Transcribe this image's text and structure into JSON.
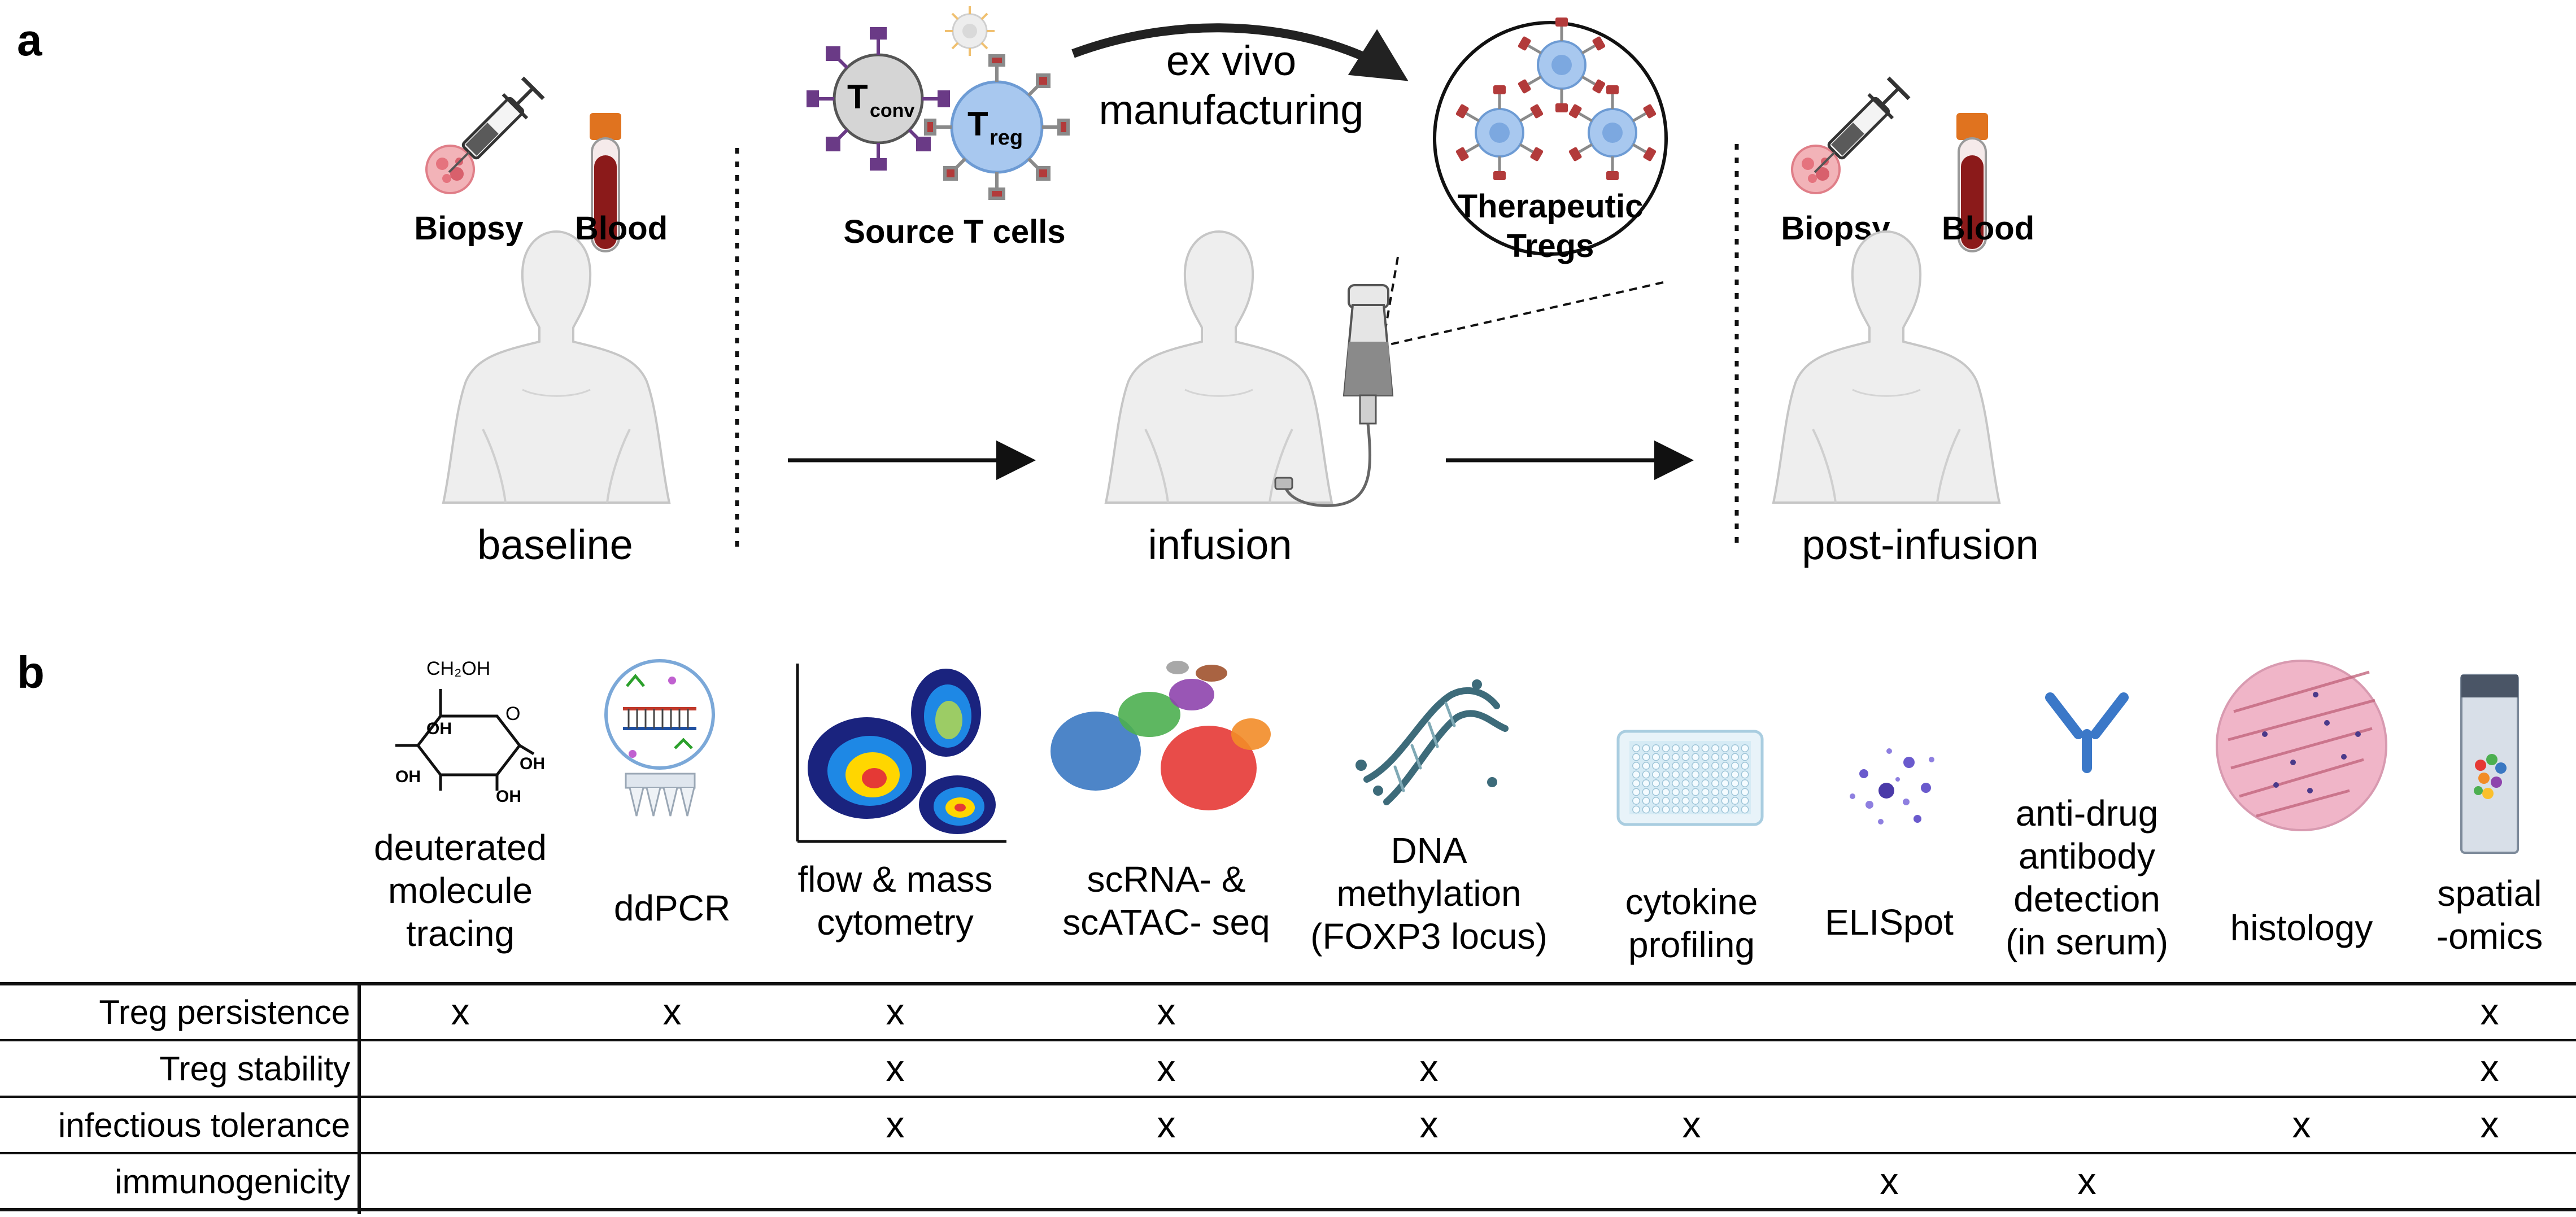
{
  "panel_a": {
    "label": "a",
    "baseline": {
      "biopsy_label": "Biopsy",
      "blood_label": "Blood",
      "stage_label": "baseline"
    },
    "source": {
      "tconv_main": "T",
      "tconv_sub": "conv",
      "treg_main": "T",
      "treg_sub": "reg",
      "label": "Source T cells"
    },
    "manufacturing_line1": "ex vivo",
    "manufacturing_line2": "manufacturing",
    "therapeutic_line1": "Therapeutic",
    "therapeutic_line2": "Tregs",
    "infusion_label": "infusion",
    "post": {
      "biopsy_label": "Biopsy",
      "blood_label": "Blood",
      "stage_label": "post-infusion"
    }
  },
  "panel_b": {
    "label": "b",
    "glucose": {
      "ch2oh": "CH₂OH",
      "o": "O",
      "oh": "OH"
    },
    "methods": [
      {
        "lines": [
          "deuterated",
          "molecule",
          "tracing"
        ]
      },
      {
        "lines": [
          "ddPCR"
        ]
      },
      {
        "lines": [
          "flow & mass",
          "cytometry"
        ]
      },
      {
        "lines": [
          "scRNA- &",
          "scATAC- seq"
        ]
      },
      {
        "lines": [
          "DNA",
          "methylation",
          "(FOXP3 locus)"
        ]
      },
      {
        "lines": [
          "cytokine",
          "profiling"
        ]
      },
      {
        "lines": [
          "ELISpot"
        ]
      },
      {
        "lines": [
          "anti-drug",
          "antibody",
          "detection",
          "(in serum)"
        ]
      },
      {
        "lines": [
          "histology"
        ]
      },
      {
        "lines": [
          "spatial",
          "-omics"
        ]
      }
    ],
    "rows": [
      {
        "label": "Treg persistence",
        "marks": [
          "x",
          "x",
          "x",
          "x",
          "",
          "",
          "",
          "",
          "",
          "x"
        ]
      },
      {
        "label": "Treg stability",
        "marks": [
          "",
          "",
          "x",
          "x",
          "x",
          "",
          "",
          "",
          "",
          "x"
        ]
      },
      {
        "label": "infectious tolerance",
        "marks": [
          "",
          "",
          "x",
          "x",
          "x",
          "x",
          "",
          "",
          "x",
          "x"
        ]
      },
      {
        "label": "immunogenicity",
        "marks": [
          "",
          "",
          "",
          "",
          "",
          "",
          "x",
          "x",
          "",
          ""
        ]
      }
    ]
  },
  "colors": {
    "body_fill": "#eeeeee",
    "body_stroke": "#c6c6c6",
    "treg_fill": "#a8c8ef",
    "tconv_fill": "#d5d5d5",
    "blood_red": "#8b1a1a",
    "tube_cap": "#e0731f",
    "antibody_blue": "#3b78c8",
    "dna_teal": "#3d6b7a"
  }
}
